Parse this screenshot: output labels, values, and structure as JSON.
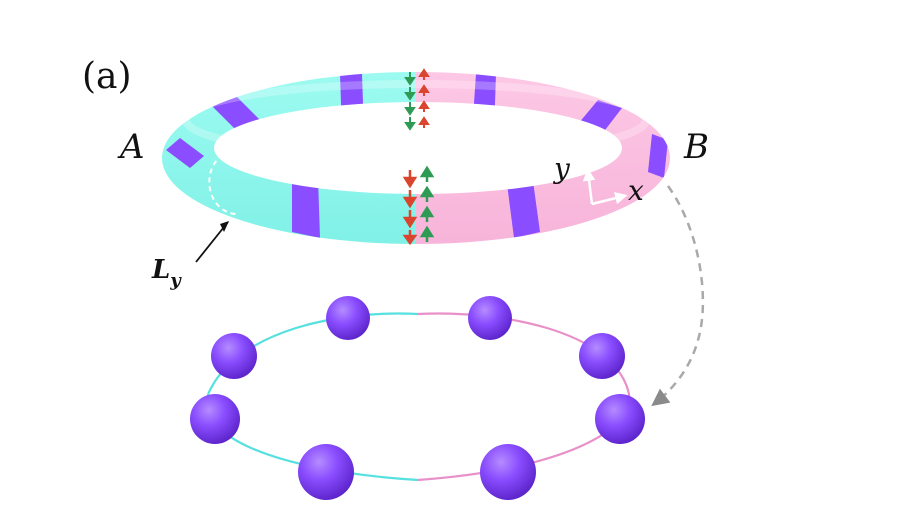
{
  "panel_label": "(a)",
  "end_labels": {
    "left": "A",
    "right": "B"
  },
  "axis_labels": {
    "y": "y",
    "x": "x"
  },
  "loop_label": {
    "main": "L",
    "subscript": "y"
  },
  "colors": {
    "cyan_tube": "#7ff0e6",
    "cyan_tube_shade": "#5fd8cf",
    "pink_tube": "#f7b3d9",
    "pink_tube_shade": "#e093bd",
    "band": "#8a4dff",
    "sphere": "#8a4dff",
    "sphere_dark": "#5a22c8",
    "ring_cyan": "#56e0df",
    "ring_pink": "#e890c8",
    "arrow_green": "#2e9b55",
    "arrow_red": "#d9452e",
    "arrow_grey": "#a9a9a9"
  },
  "sphere_count": 8
}
